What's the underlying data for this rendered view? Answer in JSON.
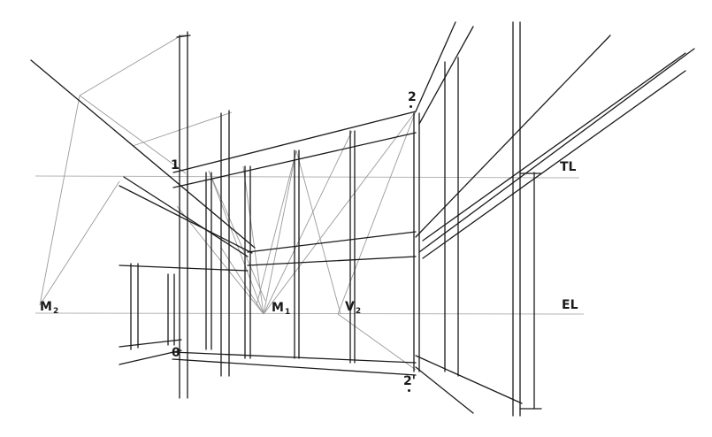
{
  "labels": {
    "tl": "TL",
    "el": "EL",
    "m1": "M",
    "m1_sub": "1",
    "m2": "M",
    "m2_sub": "2",
    "v2": "V",
    "v2_sub": "2",
    "point_1": "1",
    "point_0": "0",
    "point_2": "2",
    "point_2_prime": "2'"
  },
  "colors": {
    "ink": "#1a1a1a",
    "construction": "#9a9a9a",
    "horizon": "#b5b5b5"
  }
}
